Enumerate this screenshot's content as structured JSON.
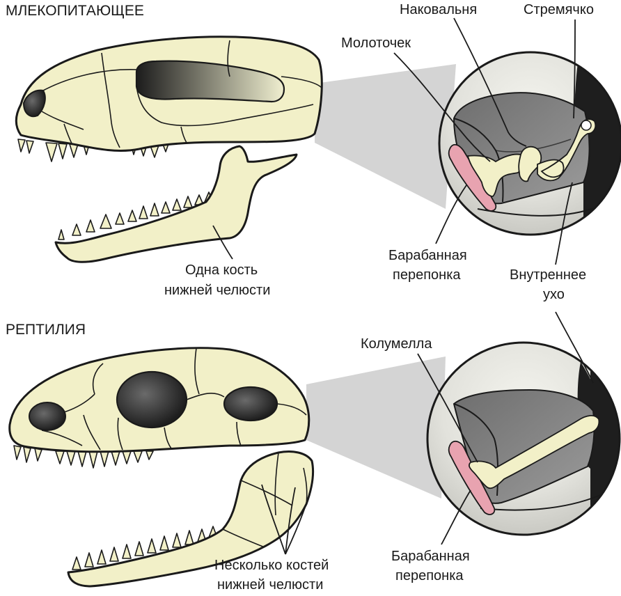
{
  "headings": {
    "mammal": "МЛЕКОПИТАЮЩЕЕ",
    "reptile": "РЕПТИЛИЯ"
  },
  "mammal_labels": {
    "incus": "Наковальня",
    "stapes": "Стремячко",
    "malleus": "Молоточек",
    "eardrum_line1": "Барабанная",
    "eardrum_line2": "перепонка",
    "inner_ear_line1": "Внутреннее",
    "inner_ear_line2": "ухо",
    "jaw_line1": "Одна кость",
    "jaw_line2": "нижней челюсти"
  },
  "reptile_labels": {
    "columella": "Колумелла",
    "eardrum_line1": "Барабанная",
    "eardrum_line2": "перепонка",
    "jaw_line1": "Несколько костей",
    "jaw_line2": "нижней челюсти"
  },
  "colors": {
    "bone": "#f2f0c8",
    "outline": "#1a1a1a",
    "eardrum": "#e8a3b0",
    "cavity_dark": "#2b2b2b",
    "cavity_mid": "#8a8a8a",
    "zoom_beam": "#cfcfcf",
    "inner_ear": "#1e1e1e"
  }
}
